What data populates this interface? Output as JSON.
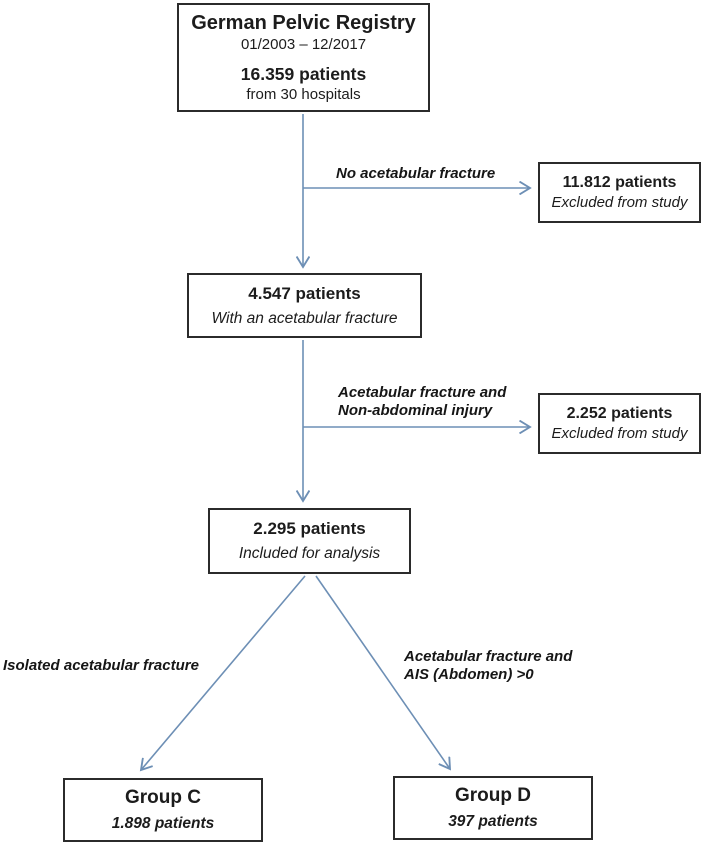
{
  "diagram": {
    "kind": "patient-flow-chart",
    "colors": {
      "arrow": "#6d8fb5",
      "box_border": "#2b2b2b",
      "text": "#1c1c1c",
      "background": "#ffffff"
    },
    "nodes": {
      "registry": {
        "title": "German Pelvic Registry",
        "period": "01/2003 – 12/2017",
        "count": "16.359 patients",
        "subtitle": "from 30 hospitals"
      },
      "excluded_no_fracture": {
        "count": "11.812 patients",
        "note": "Excluded from study"
      },
      "acetabular_fracture": {
        "count": "4.547 patients",
        "note": "With an acetabular fracture"
      },
      "excluded_non_abdominal": {
        "count": "2.252 patients",
        "note": "Excluded from study"
      },
      "included": {
        "count": "2.295 patients",
        "note": "Included for analysis"
      },
      "group_c": {
        "title": "Group C",
        "count": "1.898 patients"
      },
      "group_d": {
        "title": "Group D",
        "count": "397 patients"
      }
    },
    "edge_labels": {
      "no_fracture": "No acetabular fracture",
      "non_abdominal_line1": "Acetabular fracture and",
      "non_abdominal_line2": "Non-abdominal injury",
      "isolated": "Isolated acetabular fracture",
      "abdominal_line1": "Acetabular fracture and",
      "abdominal_line2": "AIS (Abdomen) >0"
    }
  }
}
